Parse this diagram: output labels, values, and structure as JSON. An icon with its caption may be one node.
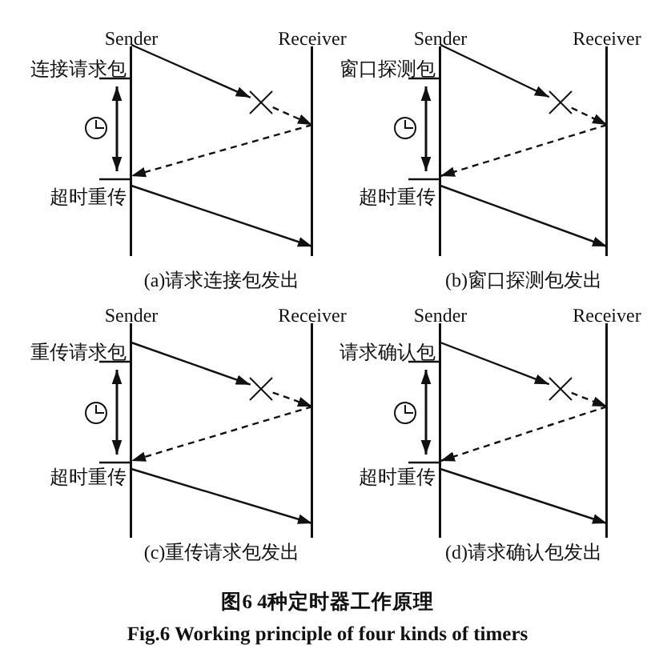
{
  "diagram": {
    "title": "图6 4种定时器工作原理",
    "caption": "Fig.6 Working principle of four kinds of timers",
    "nodes": [
      {
        "text": [
          "Sender"
        ]
      },
      {
        "text": [
          "Receiver"
        ]
      },
      {
        "text": [],
        "shape": "cross"
      },
      {
        "text": [
          "Sender"
        ]
      },
      {
        "text": [
          "Receiver"
        ]
      },
      {
        "text": [],
        "shape": "cross"
      },
      {
        "text": [
          "Sender"
        ]
      },
      {
        "text": [
          "Receiver"
        ]
      },
      {
        "text": [],
        "shape": "cross"
      },
      {
        "text": [
          "Sender"
        ]
      },
      {
        "text": [
          "Receiver"
        ]
      },
      {
        "text": [],
        "shape": "cross"
      }
    ],
    "edges": [
      {
        "from": 0,
        "to": 2,
        "arrow": "to"
      },
      {
        "from": 2,
        "to": 1,
        "arrow": "to",
        "style": "dashed"
      },
      {
        "from": 1,
        "to": 0,
        "arrow": "to",
        "style": "dashed"
      },
      {
        "from": 0,
        "to": 1,
        "arrow": "to"
      },
      {
        "from": 3,
        "to": 5,
        "arrow": "to"
      },
      {
        "from": 5,
        "to": 4,
        "arrow": "to",
        "style": "dashed"
      },
      {
        "from": 4,
        "to": 3,
        "arrow": "to",
        "style": "dashed"
      },
      {
        "from": 3,
        "to": 4,
        "arrow": "to"
      },
      {
        "from": 6,
        "to": 8,
        "arrow": "to"
      },
      {
        "from": 8,
        "to": 7,
        "arrow": "to",
        "style": "dashed"
      },
      {
        "from": 7,
        "to": 6,
        "arrow": "to",
        "style": "dashed"
      },
      {
        "from": 6,
        "to": 7,
        "arrow": "to"
      },
      {
        "from": 9,
        "to": 11,
        "arrow": "to"
      },
      {
        "from": 11,
        "to": 10,
        "arrow": "to",
        "style": "dashed"
      },
      {
        "from": 10,
        "to": 9,
        "arrow": "to",
        "style": "dashed"
      },
      {
        "from": 9,
        "to": 10,
        "arrow": "to"
      }
    ],
    "labels": [
      "连接请求包",
      "超时重传",
      "(a)请求连接包发出",
      "窗口探测包",
      "超时重传",
      "(b)窗口探测包发出",
      "重传请求包",
      "超时重传",
      "(c)重传请求包发出",
      "请求确认包",
      "超时重传",
      "(d)请求确认包发出"
    ]
  }
}
